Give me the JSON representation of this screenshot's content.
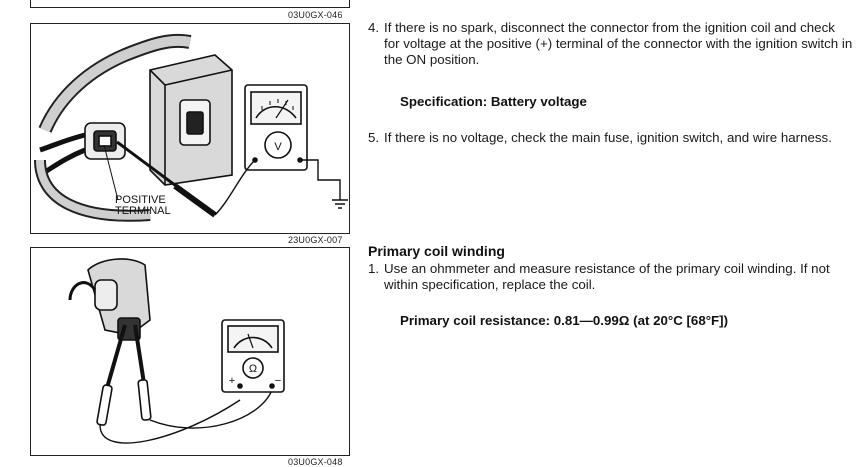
{
  "figures": {
    "fig_top_caption": "03U0GX-046",
    "fig_voltage_caption": "23U0GX-007",
    "fig_resistance_caption": "03U0GX-048",
    "positive_terminal_line1": "POSITIVE",
    "positive_terminal_line2": "TERMINAL",
    "voltmeter_symbol": "V",
    "ohmmeter_symbol": "Ω",
    "plus_sign": "+",
    "minus_sign": "−"
  },
  "step4": {
    "number": "4.",
    "text": "If there is no spark, disconnect the connector from the ignition coil and check for voltage at the positive (+) terminal of the connector with the ignition switch in the ON position."
  },
  "spec_voltage": "Specification: Battery voltage",
  "step5": {
    "number": "5.",
    "text": "If there is no voltage, check the main fuse, ignition switch, and wire harness."
  },
  "section_heading": "Primary coil winding",
  "step1": {
    "number": "1.",
    "text": "Use an ohmmeter and measure resistance of the primary coil winding. If not within specification, replace the coil."
  },
  "spec_resistance": "Primary coil resistance: 0.81—0.99Ω (at 20°C [68°F])"
}
